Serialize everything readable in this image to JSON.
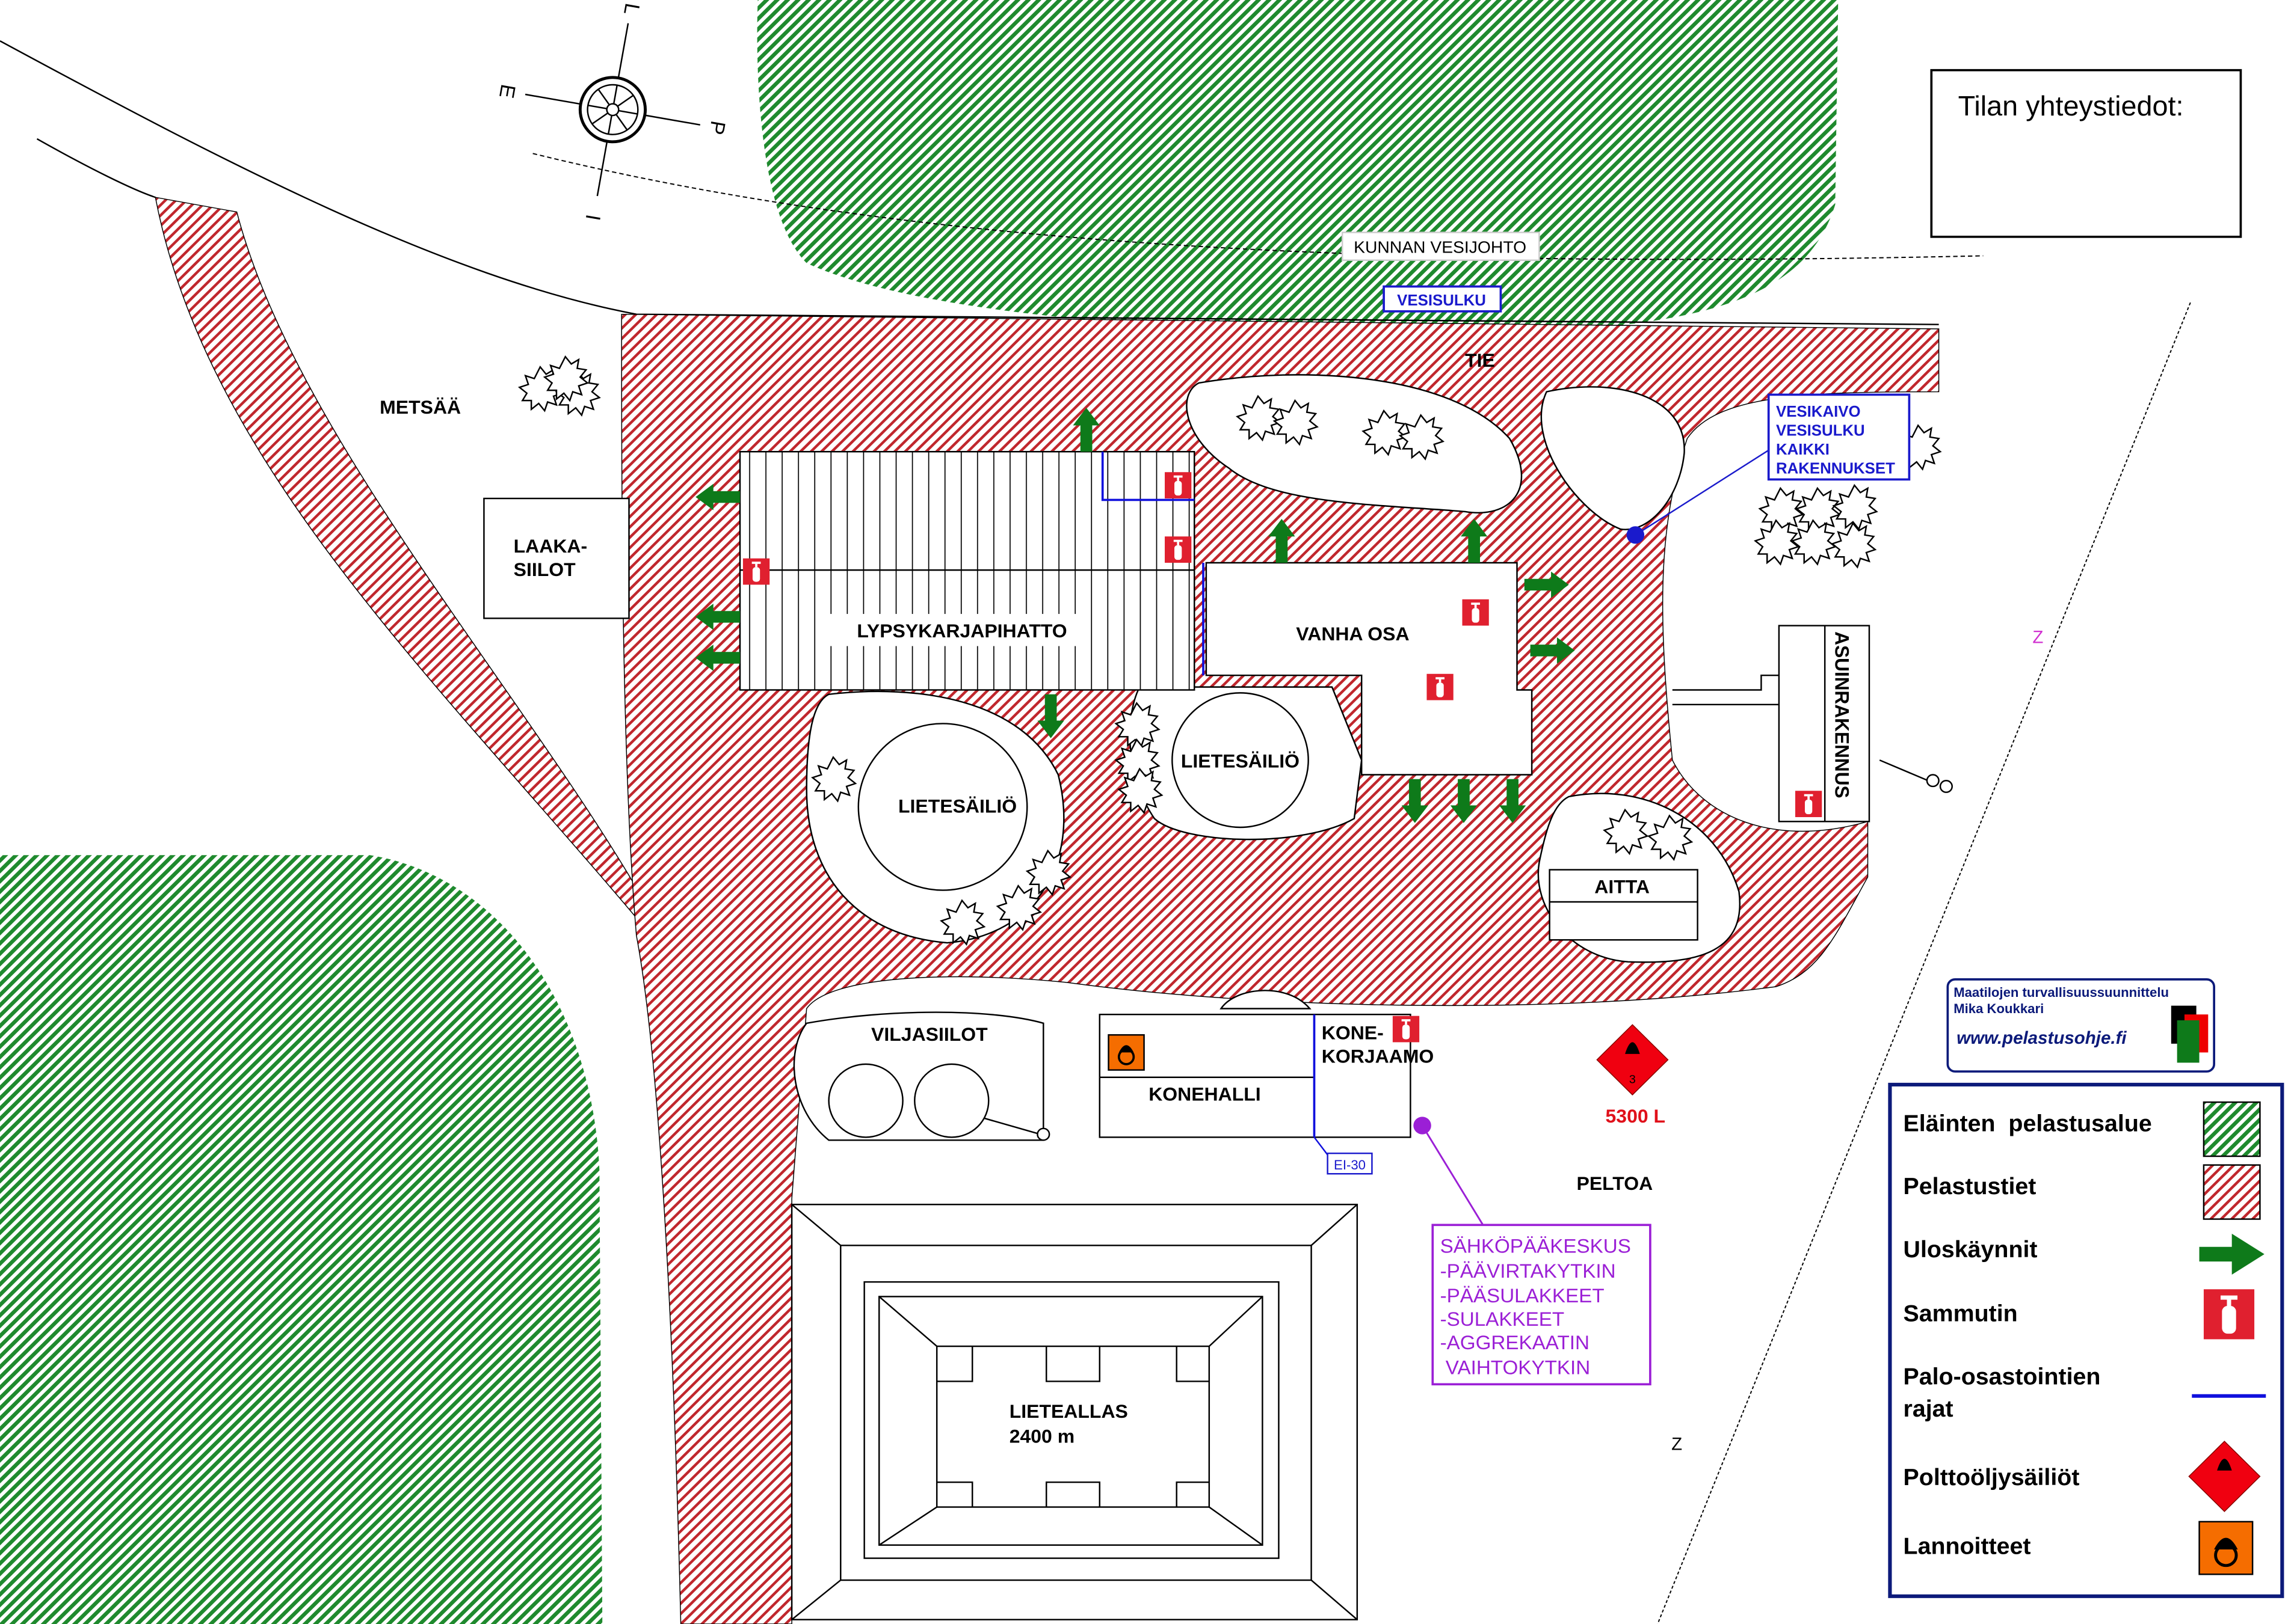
{
  "compass": {
    "north": "P",
    "south": "E",
    "east": "I",
    "west": "L"
  },
  "labels": {
    "forest": "METSÄÄ",
    "road": "TIE",
    "water_main": "KUNNAN VESIJOHTO",
    "water_shutoff": "VESISULKU",
    "field": "PELTOA",
    "z1": "Z",
    "z2": "Z",
    "ei30": "EI-30"
  },
  "contact_box": {
    "title": "Tilan yhteystiedot:"
  },
  "buildings": {
    "laakasiilot": [
      "LAAKA-",
      "SIILOT"
    ],
    "lypsykarjapihatto": "LYPSYKARJAPIHATTO",
    "vanha_osa": "VANHA OSA",
    "lietesailio_1": "LIETESÄILIÖ",
    "lietesailio_2": "LIETESÄILIÖ",
    "asuinrakennus": "ASUINRAKENNUS",
    "aitta": "AITTA",
    "viljasiilot": "VILJASIILOT",
    "konehalli": "KONEHALLI",
    "konekorjaamo": [
      "KONE-",
      "KORJAAMO"
    ],
    "lieteallas": [
      "LIETEALLAS",
      "2400 m"
    ]
  },
  "water_well_note": [
    "VESIKAIVO",
    "VESISULKU",
    "KAIKKI",
    "RAKENNUKSET"
  ],
  "fuel_tank": {
    "volume": "5300 L",
    "class": "3"
  },
  "electrical_note": [
    "SÄHKÖPÄÄKESKUS",
    "-PÄÄVIRTAKYTKIN",
    "-PÄÄSULAKKEET",
    "-SULAKKEET",
    "-AGGREKAATIN",
    " VAIHTOKYTKIN"
  ],
  "logo": {
    "line1": "Maatilojen turvallisuussuunnittelu",
    "line2": "Mika Koukkari",
    "url": "www.pelastusohje.fi"
  },
  "legend": [
    {
      "label": "Eläinten  pelastusalue",
      "icon": "green-hatch"
    },
    {
      "label": "Pelastustiet",
      "icon": "red-hatch"
    },
    {
      "label": "Uloskäynnit",
      "icon": "green-arrow"
    },
    {
      "label": "Sammutin",
      "icon": "fire-extinguisher"
    },
    {
      "label": "Palo-osastointien",
      "label2": "rajat",
      "icon": "blue-line"
    },
    {
      "label": "Polttoöljysäiliöt",
      "icon": "flammable-diamond"
    },
    {
      "label": "Lannoitteet",
      "icon": "oxidizer-sign"
    }
  ],
  "colors": {
    "forest": "#1f8a2e",
    "rescue_road": "#c0272d",
    "exit": "#0e7a1a",
    "extinguisher": "#e0202f",
    "fire_compartment": "#1010dd",
    "electrical": "#9b1fd6",
    "legend_border": "#0c1a7a"
  }
}
